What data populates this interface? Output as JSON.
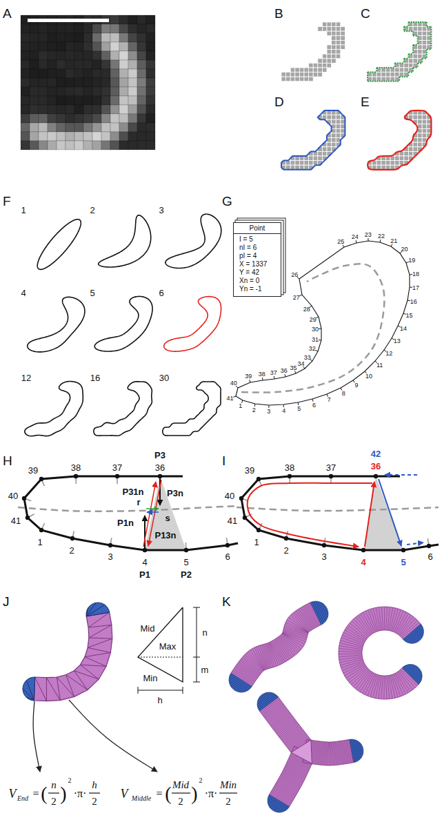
{
  "diagram": {
    "nodes": [
      {
        "text": [
          "Point",
          "I = 5",
          "nI = 6",
          "pI = 4",
          "X = 1337",
          "Y = 42",
          "Xn = 0",
          "Yn = -1"
        ]
      }
    ],
    "labels": [
      "A",
      "B",
      "C",
      "D",
      "E",
      "F",
      "G",
      "H",
      "I",
      "J",
      "K",
      "1",
      "2",
      "3",
      "4",
      "5",
      "6",
      "12",
      "16",
      "30",
      "1",
      "2",
      "3",
      "4",
      "5",
      "6",
      "7",
      "8",
      "9",
      "10",
      "11",
      "12",
      "13",
      "14",
      "15",
      "16",
      "17",
      "18",
      "19",
      "20",
      "21",
      "22",
      "23",
      "24",
      "25",
      "26",
      "27",
      "28",
      "29",
      "30",
      "31",
      "32",
      "33",
      "34",
      "35",
      "36",
      "37",
      "38",
      "39",
      "40",
      "41",
      "39",
      "38",
      "37",
      "36",
      "P3",
      "40",
      "41",
      "1",
      "2",
      "3",
      "4",
      "5",
      "6",
      "P1",
      "P2",
      "P31n",
      "P3n",
      "P1n",
      "P13n",
      "r",
      "s",
      "39",
      "38",
      "37",
      "42",
      "36",
      "40",
      "41",
      "1",
      "2",
      "3",
      "4",
      "5",
      "6",
      "Mid",
      "Max",
      "Min",
      "n",
      "m",
      "h",
      "V",
      "End",
      "=",
      "(",
      "n",
      "2",
      ")",
      "2",
      "·π·",
      "h",
      "2",
      "V",
      "Middle",
      "=",
      "(",
      "Mid",
      "2",
      ")",
      "2",
      "·π·",
      "Min",
      "2"
    ]
  }
}
